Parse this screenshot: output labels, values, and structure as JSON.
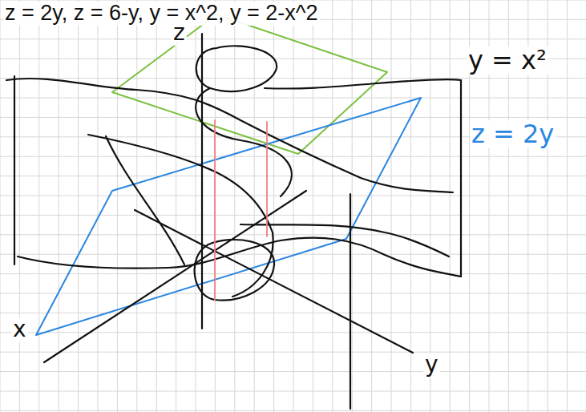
{
  "diagram": {
    "labels": [
      "z = 2y, z = 6-y, y = x^2, y = 2-x^2",
      "z",
      "y = x²",
      "z = 2y",
      "x",
      "y"
    ]
  }
}
